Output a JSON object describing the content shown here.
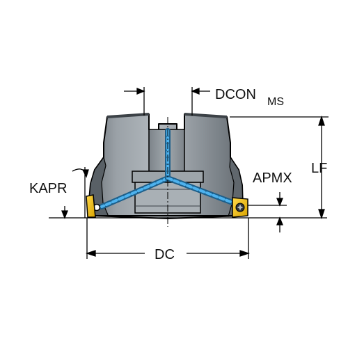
{
  "labels": {
    "dcon": "DCON",
    "dcon_sub": "MS",
    "lf": "LF",
    "apmx": "APMX",
    "kapr": "KAPR",
    "dc": "DC"
  },
  "colors": {
    "body_fill": "#8e959b",
    "body_shadow": "#5c6369",
    "body_highlight": "#c3c8cc",
    "line": "#000000",
    "coolant": "#3aa0dd",
    "insert": "#f3bf12",
    "insert_dark": "#b98a00",
    "centerline": "#3aa0dd"
  }
}
